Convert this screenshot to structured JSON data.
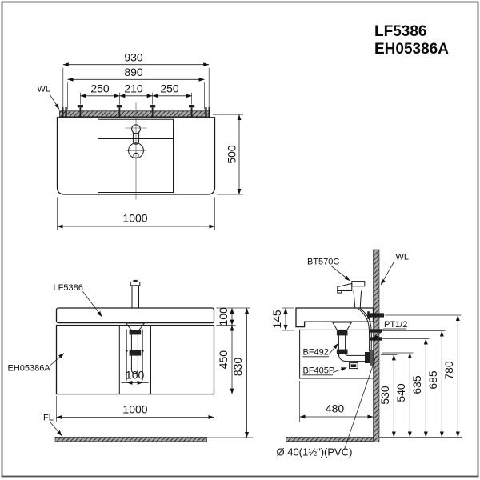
{
  "title": {
    "model": "LF5386",
    "cabinet_model": "EH05386A"
  },
  "top": {
    "label_wl": "WL",
    "dim_rail": "930",
    "dim_screws": "890",
    "dim_sp1": "250",
    "dim_sp2": "210",
    "dim_sp3": "250",
    "dim_depth": "500",
    "dim_width": "1000"
  },
  "front": {
    "label_basin": "LF5386",
    "label_cabinet": "EH05386A",
    "label_fl": "FL",
    "dim_basin_h": "100",
    "dim_cab_h": "450",
    "dim_total_h": "830",
    "dim_drain": "100",
    "dim_width": "1000"
  },
  "side": {
    "label_faucet": "BT570C",
    "label_wl": "WL",
    "label_pt": "PT1/2",
    "label_trap": "BF492",
    "label_waste": "BF405P",
    "note_pvc": "Ø 40(1½\")(PVC)",
    "dim_thick": "145",
    "dim_depth": "480",
    "dim_530": "530",
    "dim_540": "540",
    "dim_635": "635",
    "dim_685": "685",
    "dim_780": "780"
  }
}
